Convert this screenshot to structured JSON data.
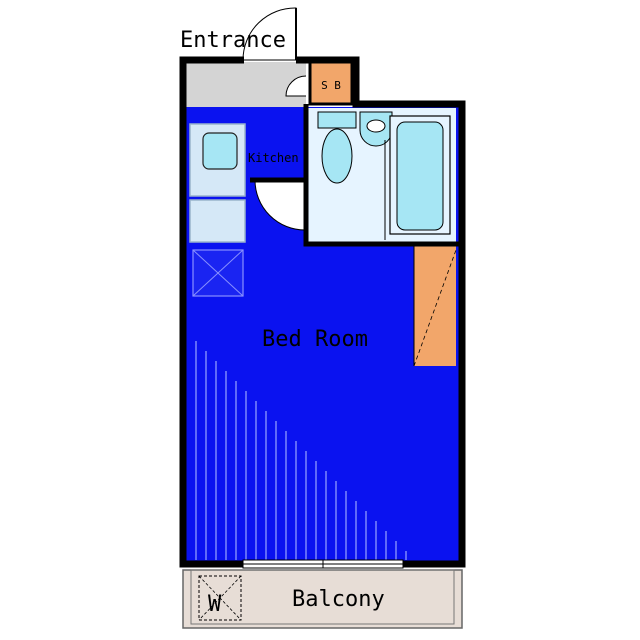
{
  "labels": {
    "entrance": "Entrance",
    "sb": "S B",
    "kitchen": "Kitchen",
    "bedroom": "Bed Room",
    "balcony": "Balcony",
    "w": "W"
  },
  "colors": {
    "floor": "#0a12f0",
    "wall": "#000000",
    "hall": "#d4d4d4",
    "bathroom": "#e6f4ff",
    "fixture": "#a6e6f4",
    "storage": "#f2a66a",
    "balcony": "#e7ddd6",
    "kitchen_counter": "#d5e8f7"
  }
}
